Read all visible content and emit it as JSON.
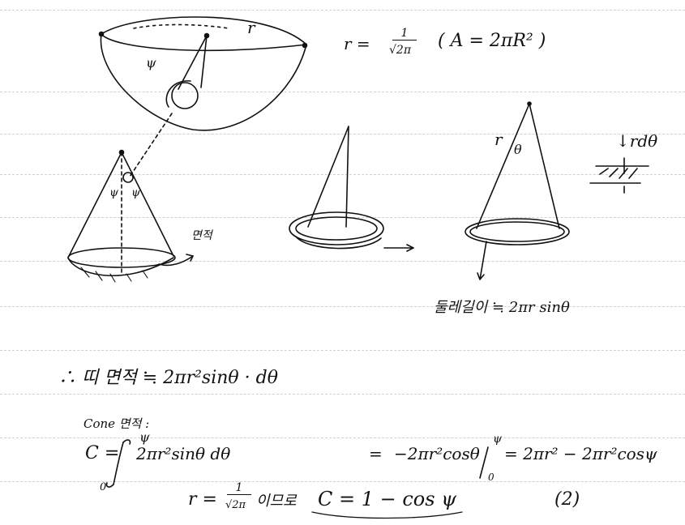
{
  "notes": {
    "radius_formula": {
      "lhs": "r =",
      "num": "1",
      "den": "√2π"
    },
    "area_formula": "( A = 2πR² )",
    "label_r_top": "r",
    "label_psi_top": "ψ",
    "label_psi_cone_left": "ψ",
    "label_psi_cone_right": "ψ",
    "label_area_word": "면적",
    "label_r_cone3": "r",
    "label_theta_cone3": "θ",
    "label_r_dtheta": "↓rdθ",
    "circumference": "둘레길이 ≒ 2πr sinθ",
    "strip_area": "∴ 띠 면적 ≒ 2πr²sinθ · dθ",
    "cone_area_label": "Cone 면적 :",
    "cone_C_eq": "C =",
    "int_upper": "ψ",
    "int_lower": "0",
    "integrand": "2πr²sinθ dθ",
    "eq_sign": "=",
    "antiderivative": "−2πr²cosθ",
    "bar_upper": "ψ",
    "bar_lower": "0",
    "result": "= 2πr² − 2πr²cosψ",
    "final_r": "r =",
    "final_num": "1",
    "final_den": "√2π",
    "final_korean": "이므로",
    "final_C": "C = 1 − cos ψ",
    "final_tag": "(2)"
  }
}
